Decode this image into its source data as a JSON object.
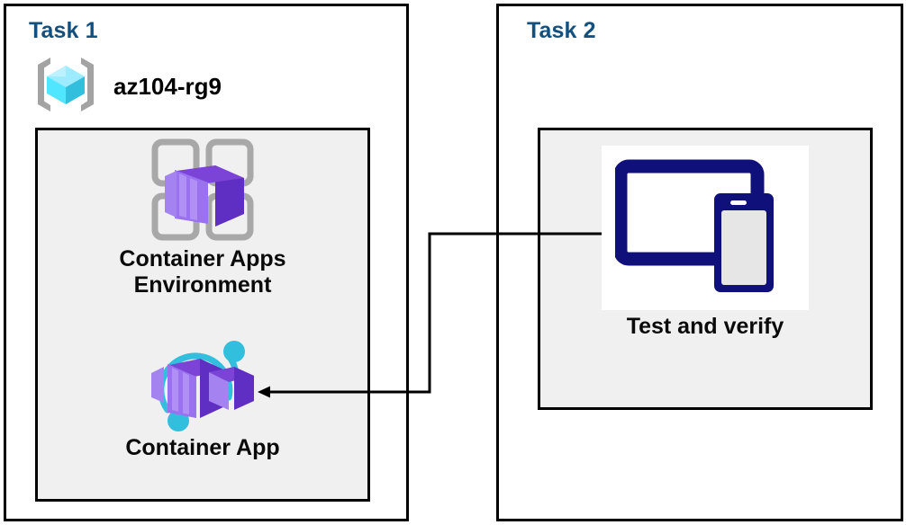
{
  "diagram": {
    "title": "Azure Container Apps task diagram",
    "colors": {
      "task_title": "#13507e",
      "panel_border": "#000000",
      "inner_fill": "#f0f0f0",
      "container_purple": "#8661d8",
      "container_purple_dark": "#5f2ec2",
      "container_purple_light": "#a482f0",
      "accent_cyan": "#32bedd",
      "resource_group_cube": "#50e6ff",
      "bracket_gray": "#a3a3a3",
      "device_navy": "#10107b",
      "connector": "#000000"
    },
    "panels": [
      {
        "id": "task1",
        "title": "Task 1",
        "resource_group": {
          "icon": "resource-group-icon",
          "label": "az104-rg9"
        },
        "nodes": [
          {
            "id": "container-apps-environment",
            "icon": "container-apps-environment-icon",
            "label": "Container Apps\nEnvironment"
          },
          {
            "id": "container-app",
            "icon": "container-app-icon",
            "label": "Container App"
          }
        ]
      },
      {
        "id": "task2",
        "title": "Task 2",
        "nodes": [
          {
            "id": "test-and-verify",
            "icon": "devices-icon",
            "label": "Test and verify"
          }
        ]
      }
    ],
    "connectors": [
      {
        "id": "test-to-container-app",
        "from": "test-and-verify",
        "to": "container-app",
        "arrow_at": "to",
        "label": ""
      }
    ]
  }
}
